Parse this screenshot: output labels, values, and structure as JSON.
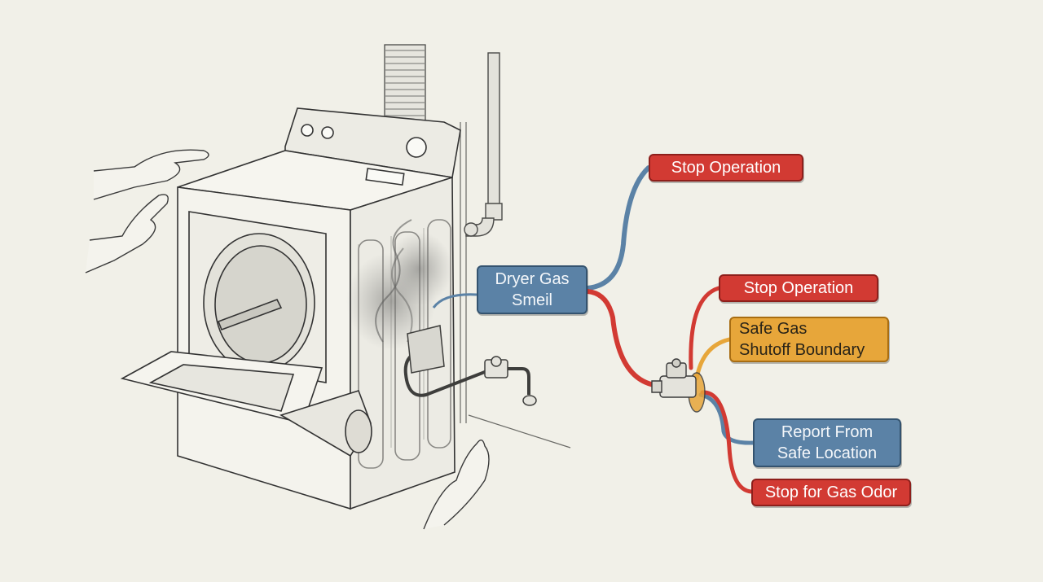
{
  "labels": {
    "dryer_gas_smell": "Dryer Gas\nSmeil",
    "stop_operation_top": "Stop Operation",
    "stop_operation_mid": "Stop Operation",
    "safe_gas_shutoff": "Safe Gas\nShutoff Boundary",
    "report_safe_location": "Report From\nSafe Location",
    "stop_for_gas_odor": "Stop for Gas Odor"
  },
  "colors": {
    "background": "#f1f0e8",
    "stop_red": "#d23a33",
    "info_blue": "#5b82a6",
    "boundary_amber": "#e7a63a",
    "sketch_ink": "#3a3a3a"
  }
}
